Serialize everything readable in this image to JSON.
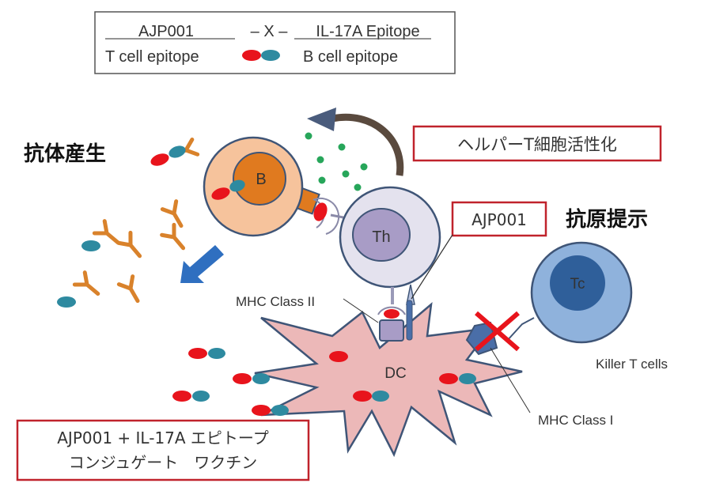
{
  "legend": {
    "t_cell_name": "AJP001",
    "linker": "– X –",
    "b_cell_name": "IL-17A Epitope",
    "t_cell_label": "T cell epitope",
    "b_cell_label": "B cell epitope"
  },
  "headings": {
    "antibody_production": "抗体産生",
    "antigen_presentation": "抗原提示"
  },
  "callouts": {
    "helper_t_activation": "ヘルパーT細胞活性化",
    "ajp001": "AJP001",
    "vaccine_line1": "AJP001 + IL-17A エピトープ",
    "vaccine_line2": "コンジュゲート　ワクチン"
  },
  "cells": {
    "b_cell": "B",
    "helper_t": "Th",
    "killer_t": "Tc",
    "dendritic": "DC"
  },
  "labels": {
    "mhc_class_ii": "MHC Class II",
    "mhc_class_i": "MHC Class I",
    "killer_t_cells": "Killer T cells"
  },
  "colors": {
    "t_epitope": "#e8141c",
    "b_epitope": "#2e8aa0",
    "antibody": "#d9822b",
    "b_cell_outer": "#f6c39c",
    "b_cell_inner": "#e07a1f",
    "th_outer": "#e4e2ee",
    "th_inner": "#a89cc6",
    "tc_outer": "#8fb2dc",
    "tc_inner": "#2f5f9a",
    "dc_fill": "#ecb8b8",
    "outline": "#3f5577",
    "callout_border": "#c0232c",
    "arrow_blue": "#2f6fc0",
    "arrow_curve": "#5a4a3e",
    "cytokine": "#27a65a"
  }
}
